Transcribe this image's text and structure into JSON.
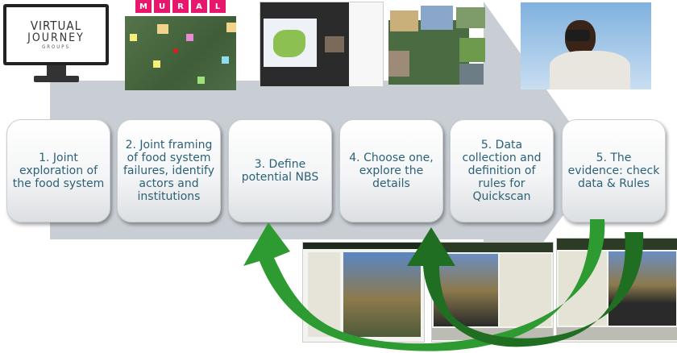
{
  "logo": {
    "line1": "VIRTUAL",
    "line2": "JOURNEY",
    "line3": "GROUPS"
  },
  "mural": {
    "letters": [
      "M",
      "U",
      "R",
      "A",
      "L"
    ],
    "color": "#e8176b"
  },
  "steps": [
    {
      "label": "1. Joint exploration of the food system"
    },
    {
      "label": "2. Joint framing of food system failures, identify actors and institutions"
    },
    {
      "label": "3. Define potential NBS"
    },
    {
      "label": "4. Choose one, explore the details"
    },
    {
      "label": "5. Data collection and definition of rules for Quickscan"
    },
    {
      "label": "5. The evidence: check data & Rules"
    }
  ],
  "colors": {
    "step_text": "#2d6178",
    "process_arrow": "#c8ced3",
    "feedback_arrow_light": "#2e9a32",
    "feedback_arrow_dark": "#1f6e22"
  },
  "images": {
    "zoom_meeting": "video-call-screenshot",
    "photo_board": "mural-board-with-photos",
    "photographer": "person-with-camera-photo",
    "storymaps": "storymap-screenshots"
  }
}
